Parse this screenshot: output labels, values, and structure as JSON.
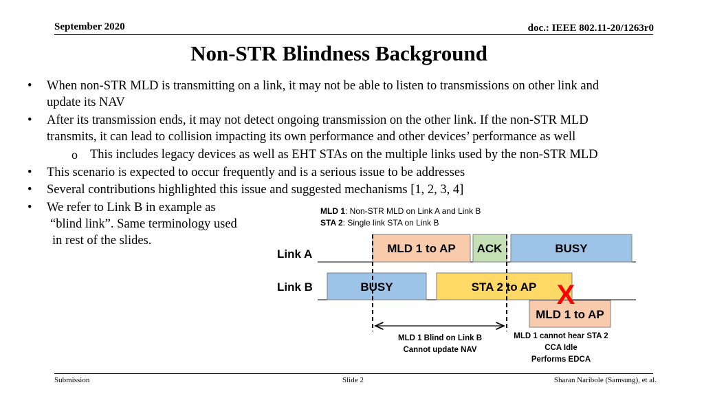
{
  "header": {
    "date": "September 2020",
    "doc": "doc.: IEEE 802.11-20/1263r0"
  },
  "title": "Non-STR Blindness Background",
  "bullets": [
    {
      "lines": [
        "When non-STR MLD is transmitting on a link, it may not be able to listen to transmissions on other link and",
        "update its NAV"
      ]
    },
    {
      "lines": [
        "After its transmission ends, it may not detect ongoing transmission on the other link. If the non-STR MLD",
        "transmits, it can lead to collision impacting its own performance and other devices’ performance as well"
      ]
    },
    {
      "sub": "This includes legacy devices as well as EHT STAs on the multiple links used by the non-STR MLD"
    },
    {
      "lines": [
        "This scenario is expected to occur frequently and is a serious issue to be addresses"
      ]
    },
    {
      "lines": [
        "Several contributions highlighted this issue and suggested mechanisms [1, 2, 3, 4]"
      ]
    },
    {
      "lines": [
        "We refer to Link B in example as",
        "“blind link”. Same terminology used",
        "in rest of the slides."
      ]
    }
  ],
  "bullet_symbol": "•",
  "sub_bullet_symbol": "o",
  "diagram": {
    "legend": {
      "mld1_key": "MLD 1",
      "mld1_text": ": Non-STR MLD on Link A and Link B",
      "sta2_key": "STA 2",
      "sta2_text": ": Single link STA on Link B"
    },
    "link_a_label": "Link A",
    "link_b_label": "Link B",
    "boxes": {
      "mld1_to_ap": "MLD 1 to AP",
      "ack": "ACK",
      "busy_a": "BUSY",
      "busy_b": "BUSY",
      "sta2_to_ap": "STA 2 to AP",
      "mld1_to_ap_2": "MLD 1 to AP"
    },
    "collision_mark": "X",
    "blind_caption": [
      "MLD 1 Blind on Link B",
      "Cannot update NAV"
    ],
    "cannot_hear_caption": [
      "MLD 1 cannot hear STA 2",
      "CCA Idle",
      "Performs EDCA"
    ],
    "colors": {
      "mld_box": "#F8CBAD",
      "ack_box": "#C5E0B4",
      "busy_box": "#9DC3E6",
      "sta_box": "#FFD966",
      "collision": "#FF0000"
    }
  },
  "footer": {
    "left": "Submission",
    "center": "Slide 2",
    "right": "Sharan Naribole (Samsung), et al."
  }
}
